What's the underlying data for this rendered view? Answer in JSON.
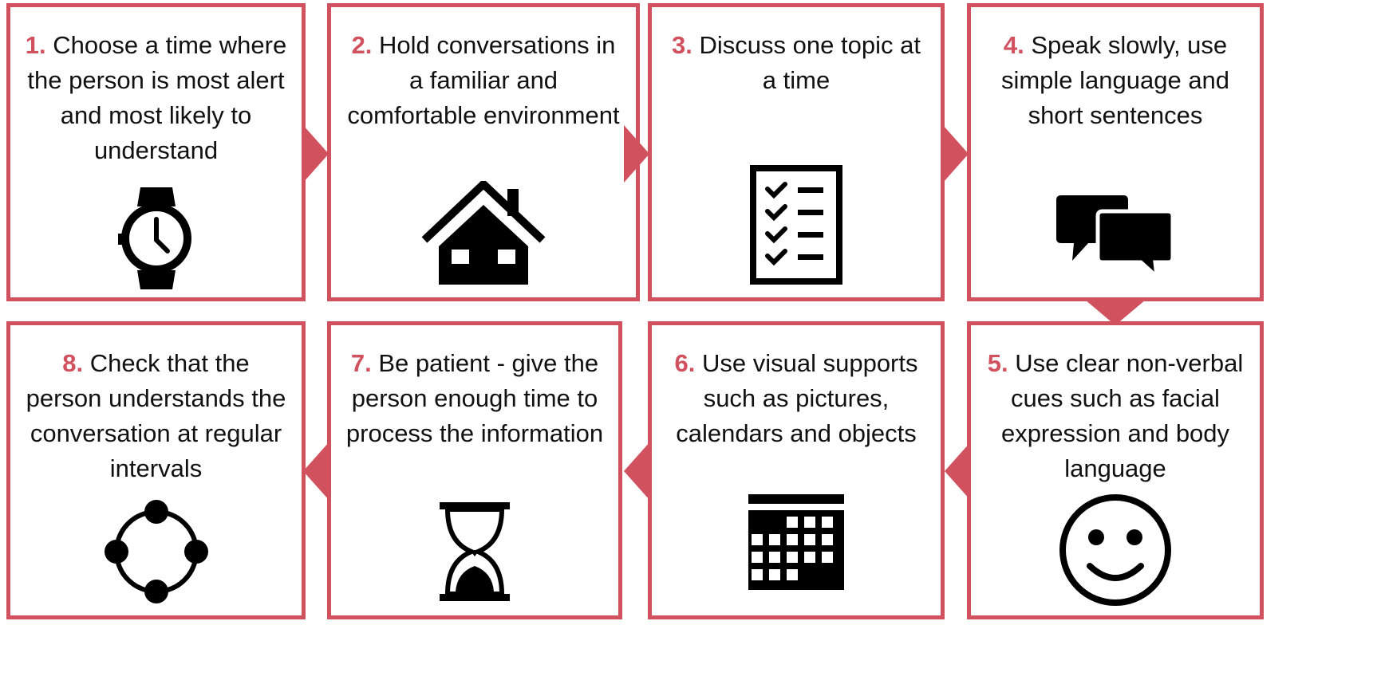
{
  "accent_color": "#d2515f",
  "steps": [
    {
      "num": "1.",
      "text": "Choose a time where the person is most alert and most likely to understand",
      "icon": "watch-icon"
    },
    {
      "num": "2.",
      "text": "Hold conversations in a familiar and comfortable environment",
      "icon": "house-icon"
    },
    {
      "num": "3.",
      "text": "Discuss one topic at a time",
      "icon": "checklist-icon"
    },
    {
      "num": "4.",
      "text": "Speak slowly, use simple language and short sentences",
      "icon": "speech-bubbles-icon"
    },
    {
      "num": "5.",
      "text": "Use clear non-verbal cues such as facial expression and body language",
      "icon": "smiley-face-icon"
    },
    {
      "num": "6.",
      "text": "Use visual supports such as pictures, calendars and objects",
      "icon": "calendar-icon"
    },
    {
      "num": "7.",
      "text": "Be patient - give the person enough time to process the information",
      "icon": "hourglass-icon"
    },
    {
      "num": "8.",
      "text": "Check that the person understands the conversation at regular intervals",
      "icon": "cycle-dots-icon"
    }
  ]
}
